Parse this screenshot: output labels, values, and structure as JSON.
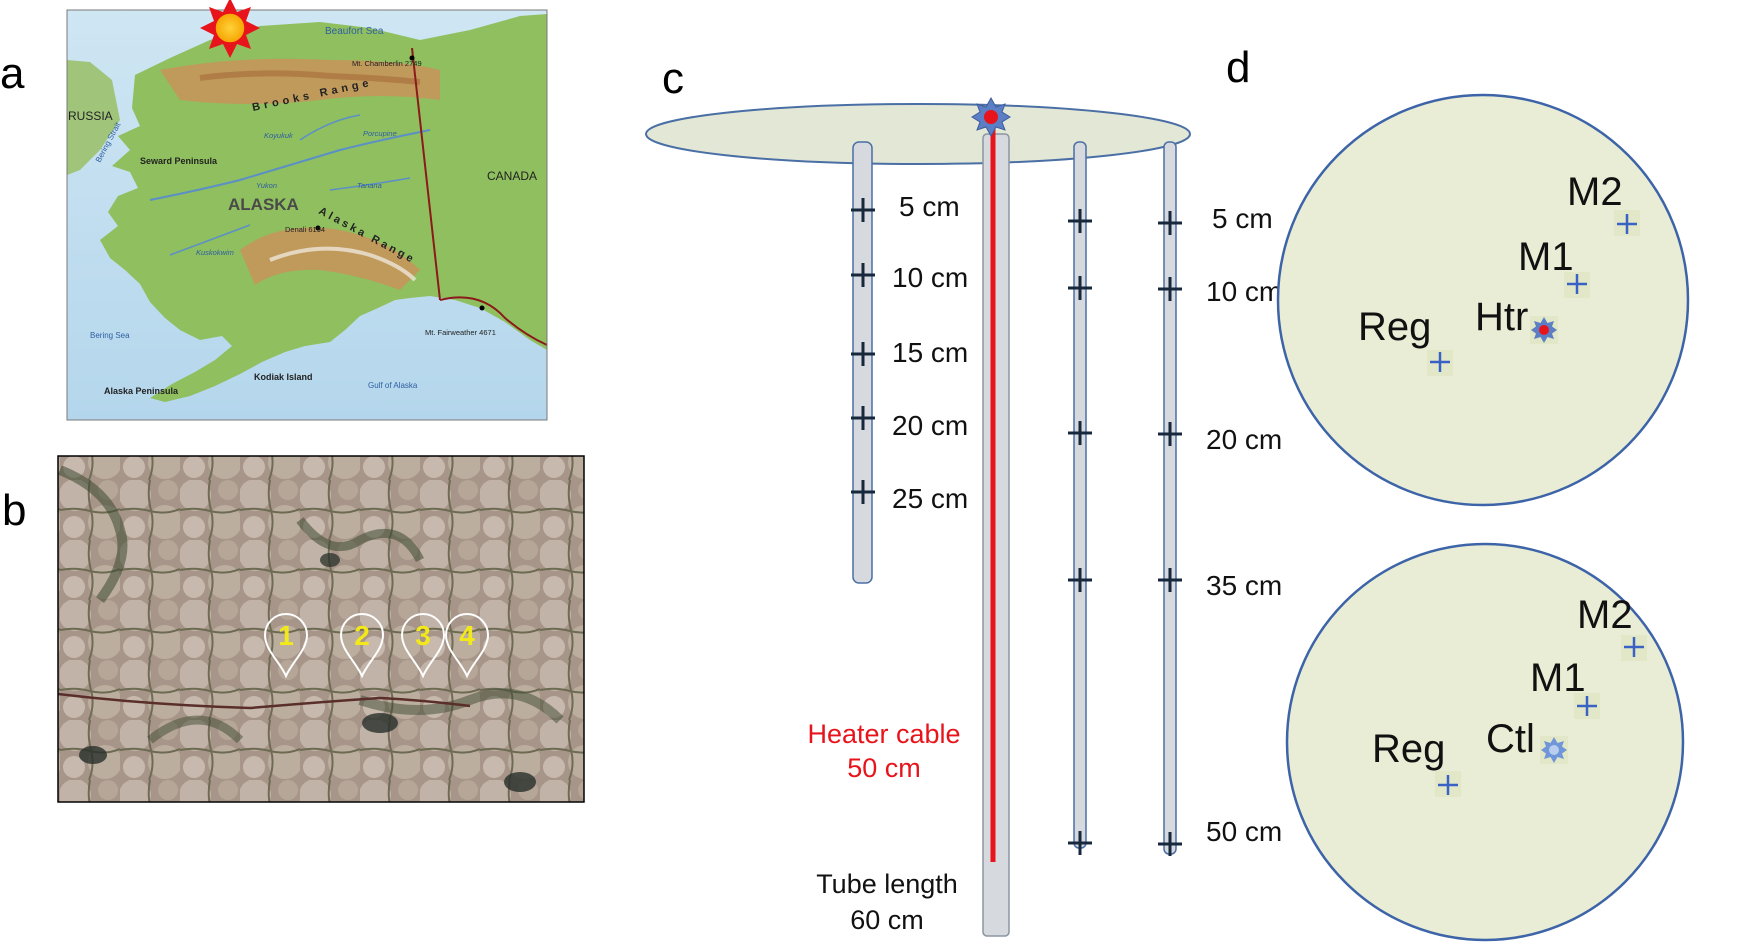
{
  "panels": {
    "a": "a",
    "b": "b",
    "c": "c",
    "d": "d"
  },
  "map": {
    "sea_top": "Beaufort Sea",
    "russia": "RUSSIA",
    "canada": "CANADA",
    "alaska": "ALASKA",
    "brooks": "Brooks Range",
    "alaska_range": "Alaska Range",
    "seward": "Seward Peninsula",
    "bering_strait": "Bering Strait",
    "bering_sea": "Bering Sea",
    "kodiak": "Kodiak Island",
    "gulf": "Gulf of Alaska",
    "peninsula": "Alaska Peninsula",
    "chamberlin": "Mt. Chamberlin 2749",
    "denali": "Denali 6194",
    "fairweather": "Mt. Fairweather 4671",
    "yukon": "Yukon",
    "koyukuk": "Koyukuk",
    "porcupine": "Porcupine",
    "tanana": "Tanana",
    "kuskokwim": "Kuskokwim"
  },
  "aerial": {
    "markers": [
      "1",
      "2",
      "3",
      "4"
    ]
  },
  "tubes": {
    "left_depths": [
      "5 cm",
      "10 cm",
      "15 cm",
      "20 cm",
      "25 cm"
    ],
    "right_depths": [
      "5 cm",
      "10 cm",
      "20 cm",
      "35 cm",
      "50 cm"
    ],
    "heater_line1": "Heater cable",
    "heater_line2": "50 cm",
    "tube_line1": "Tube length",
    "tube_line2": "60 cm"
  },
  "plot_heated": {
    "m2": "M2",
    "m1": "M1",
    "htr": "Htr",
    "reg": "Reg"
  },
  "plot_control": {
    "m2": "M2",
    "m1": "M1",
    "ctl": "Ctl",
    "reg": "Reg"
  },
  "colors": {
    "heater": "#e8141b",
    "tube_fill": "#d6d9dd",
    "tube_stroke": "#4a6fa5",
    "disc_fill": "#e6ead8",
    "plot_fill": "#e9edd5",
    "plot_stroke": "#3d64a8",
    "cross": "#17283d",
    "plot_cross": "#3a62c4",
    "marker_text": "#f2e81a"
  }
}
